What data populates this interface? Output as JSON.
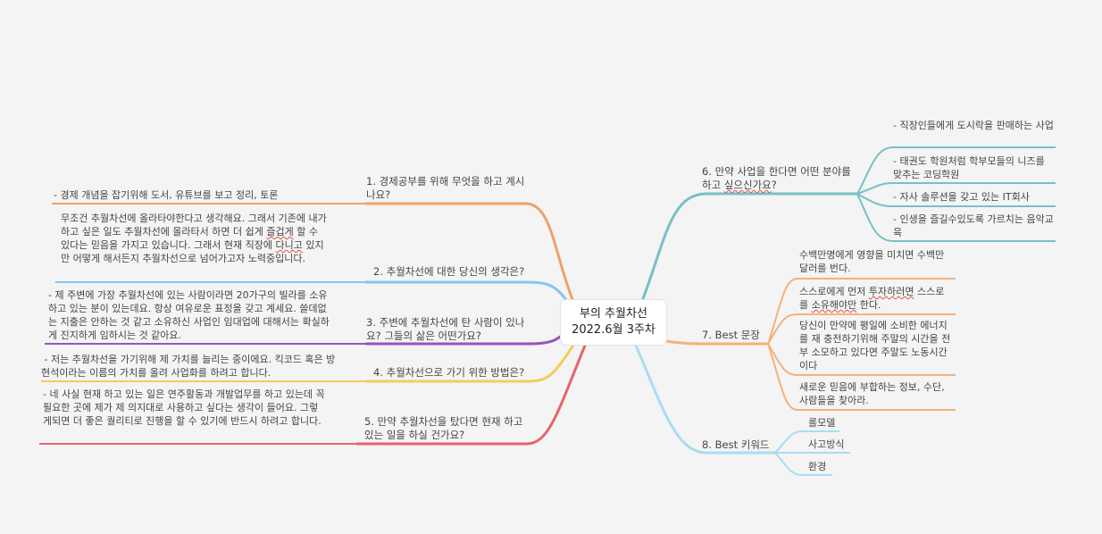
{
  "central_topic": {
    "line1": "부의 추월차선",
    "line2": "2022.6월 3주차"
  },
  "colors": {
    "branch1": "#f0a06a",
    "branch2": "#86c4ef",
    "branch3": "#9457b8",
    "branch4": "#f4cb5c",
    "branch5": "#e5646c",
    "branch6": "#77c0c6",
    "branch7": "#f3b27c",
    "branch8": "#a9dcf3"
  },
  "branches": {
    "b1": {
      "title": "1. 경제공부를 위해 무엇을 하고 계시나요?",
      "child": "- 경제 개념을 잡기위해 도서, 유튜브를 보고 정리, 토론"
    },
    "b2": {
      "title": "2. 추월차선에 대한 당신의 생각은?",
      "child_a": "무조건 추월차선에 올라타야한다고 생각해요. 그래서 기존에 내가 하고 싶은 일도 추월차선에 올라타서 하면 더 쉽게 ",
      "child_sq1": "즐겁게",
      "child_b": " 할 수 있다는 믿음을 가지고 있습니다. 그래서 현재 직장에 ",
      "child_sq2": "다니고",
      "child_c": " 있지만 어떻게 해서든지 추월차선으로 넘어가고자 노력중입니다."
    },
    "b3": {
      "title": "3. 주변에 추월차선에 탄 사람이 있나요? 그들의 삶은 어떤가요?",
      "child": "- 제 주변에 가장 추월차선에 있는 사람이라면 20가구의 빌라를 소유하고 있는 분이 있는데요. 항상 여유로운 표정을 갖고 계세요. 쓸데없는 지출은 안하는 것 같고 소유하신 사업인 임대업에 대해서는 확실하게 진지하게 임하시는 것 같아요."
    },
    "b4": {
      "title": "4. 추월차선으로 가기 위한 방법은?",
      "child": " - 저는 추월차선을 가기위해 제 가치를 늘리는 중이에요. 킥코드 혹은 방현석이라는 이름의 가치를 올려 사업화를 하려고 합니다."
    },
    "b5": {
      "title": "5. 만약 추월차선을 탔다면 현재 하고 있는 일을 하실 건가요?",
      "child": "- 네 사실 현재 하고 있는 일은 연주활동과 개발업무를 하고 있는데 꼭 필요한 곳에 제가 제 의지대로 사용하고 싶다는 생각이 들어요. 그렇게되면 더 좋은 퀄리티로 진행을 할 수 있기에 반드시 하려고 합니다."
    },
    "b6": {
      "title_a": "6. 만약 사업을 한다면 어떤 분야를 하고 ",
      "title_sq": "싶으신가요",
      "title_b": "?",
      "children": [
        "- 직장인들에게 도시락을 판매하는 사업",
        "- 태권도 학원처럼 학부모들의 니즈를 맞추는 코딩학원",
        "- 자사 솔루션을 갖고 있는 IT회사",
        "- 인생을 즐길수있도록 가르치는 음악교육"
      ]
    },
    "b7": {
      "title": "7. Best 문장",
      "c1": "수백만명에게 영향을 미치면 수백만 달러를 번다.",
      "c2_a": "스스로에게 먼저 ",
      "c2_sq1": "투자하러면",
      "c2_b": " 스스로를 ",
      "c2_sq2": "소유해야만",
      "c2_c": " 한다.",
      "c3": "당신이 만약에 평일에 소비한 에너지를 재 충전하기위해 주말의 시간을 전부 소모하고 있다면 주말도 노동시간이다",
      "c4": "새로운 믿음에 부합하는 정보, 수단, 사람들을 찾아라."
    },
    "b8": {
      "title": "8. Best 키워드",
      "children": [
        "롤모델",
        "사고방식",
        "환경"
      ]
    }
  }
}
